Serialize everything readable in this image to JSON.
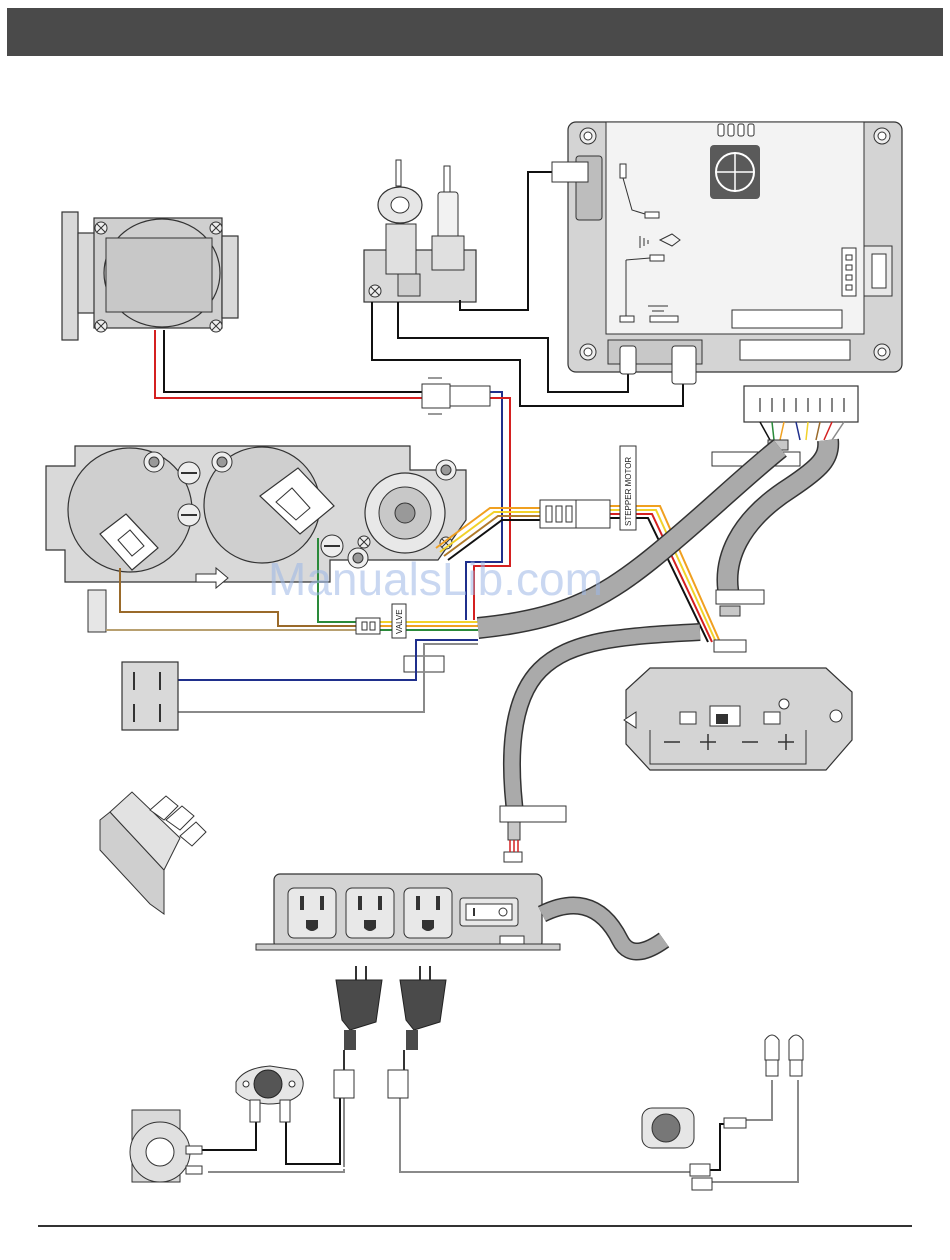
{
  "labels": {
    "stepper_motor": "STEPPER MOTOR",
    "valve": "VALVE",
    "watermark": "ManualsLib.com"
  },
  "colors": {
    "header": "#4a4a4a",
    "housing": "#d9d9d9",
    "housing_dark": "#bfbfbf",
    "outline": "#333333",
    "wire_black": "#111111",
    "wire_red": "#d42020",
    "wire_blue": "#1f2f8c",
    "wire_gray": "#8a8a8a",
    "wire_orange": "#f0a020",
    "wire_yellow": "#f2d22a",
    "wire_brown": "#9a6a2a",
    "wire_green": "#2a8a3a",
    "cable_gray": "#aaaaaa",
    "watermark": "#9db8e6"
  },
  "icons": [
    "combustion-blower-icon",
    "snap-disc-icon",
    "control-board-icon",
    "igniter-pilot-icon",
    "gas-valve-icon",
    "stepper-motor-connector-icon",
    "rocker-switch-icon",
    "battery-pack-icon",
    "power-outlet-strip-icon",
    "plug-icon",
    "light-bulb-icon",
    "push-button-icon"
  ]
}
